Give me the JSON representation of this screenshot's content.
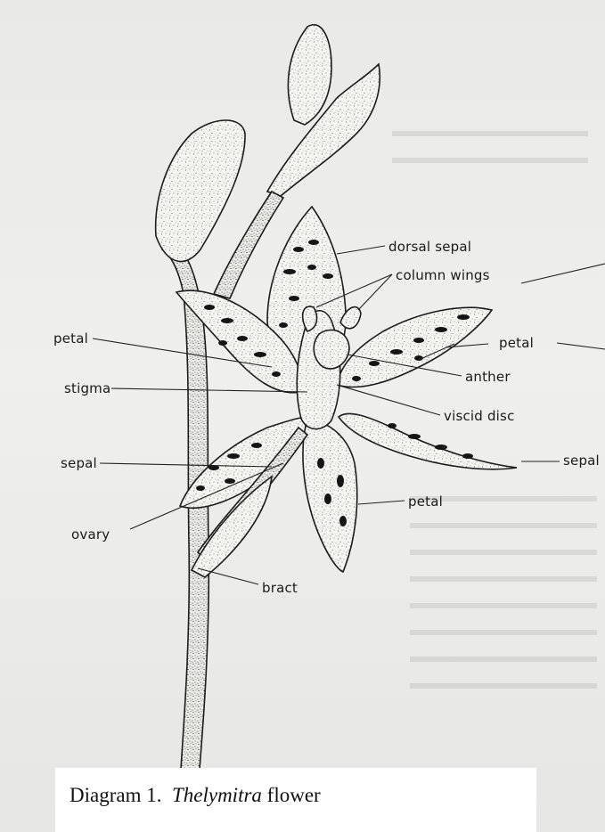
{
  "labels": {
    "dorsal_sepal": "dorsal sepal",
    "column_wings": "column wings",
    "petal_left": "petal",
    "petal_right": "petal",
    "petal_lower": "petal",
    "anther": "anther",
    "stigma": "stigma",
    "viscid_disc": "viscid disc",
    "sepal_left": "sepal",
    "sepal_right": "sepal",
    "ovary": "ovary",
    "bract": "bract"
  },
  "caption": {
    "prefix": "Diagram 1.",
    "genus": "Thelymitra",
    "suffix": "flower"
  }
}
